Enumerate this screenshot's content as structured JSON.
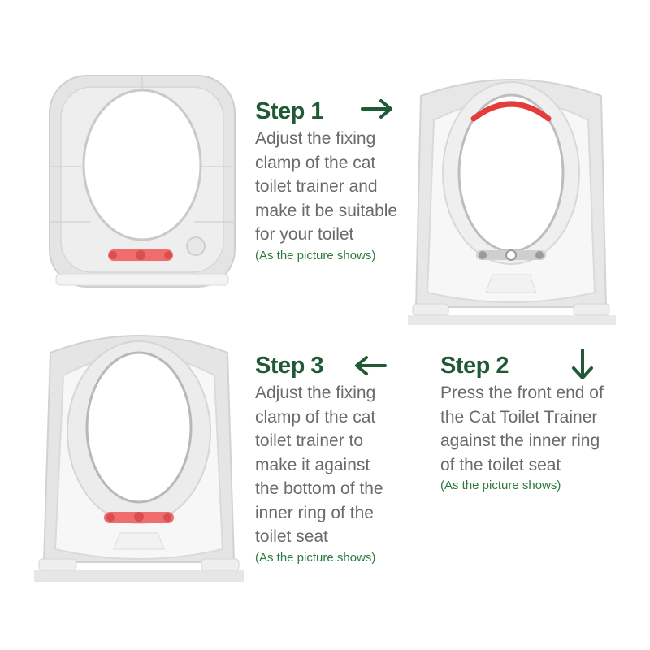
{
  "colors": {
    "title_green": "#1f5a34",
    "note_green": "#2e7a3e",
    "body_gray": "#6a6a6a",
    "clamp_red": "#f06d6d",
    "ring_red": "#e63b3b"
  },
  "step1": {
    "title": "Step 1",
    "body": "Adjust the fixing\nclamp of the cat\ntoilet trainer and\nmake it be suitable\nfor your toilet",
    "note": "(As the picture shows)",
    "arrow": "arrow-right-icon"
  },
  "step2": {
    "title": "Step 2",
    "body": "Press the front end of\nthe Cat Toilet Trainer\nagainst the inner ring\nof the toilet seat",
    "note": "(As the picture shows)",
    "arrow": "arrow-down-icon"
  },
  "step3": {
    "title": "Step 3",
    "body": "Adjust the fixing\nclamp of the cat\ntoilet trainer to\nmake it against\nthe bottom of the\ninner ring of the\ntoilet seat",
    "note": "(As the picture shows)",
    "arrow": "arrow-left-icon"
  }
}
